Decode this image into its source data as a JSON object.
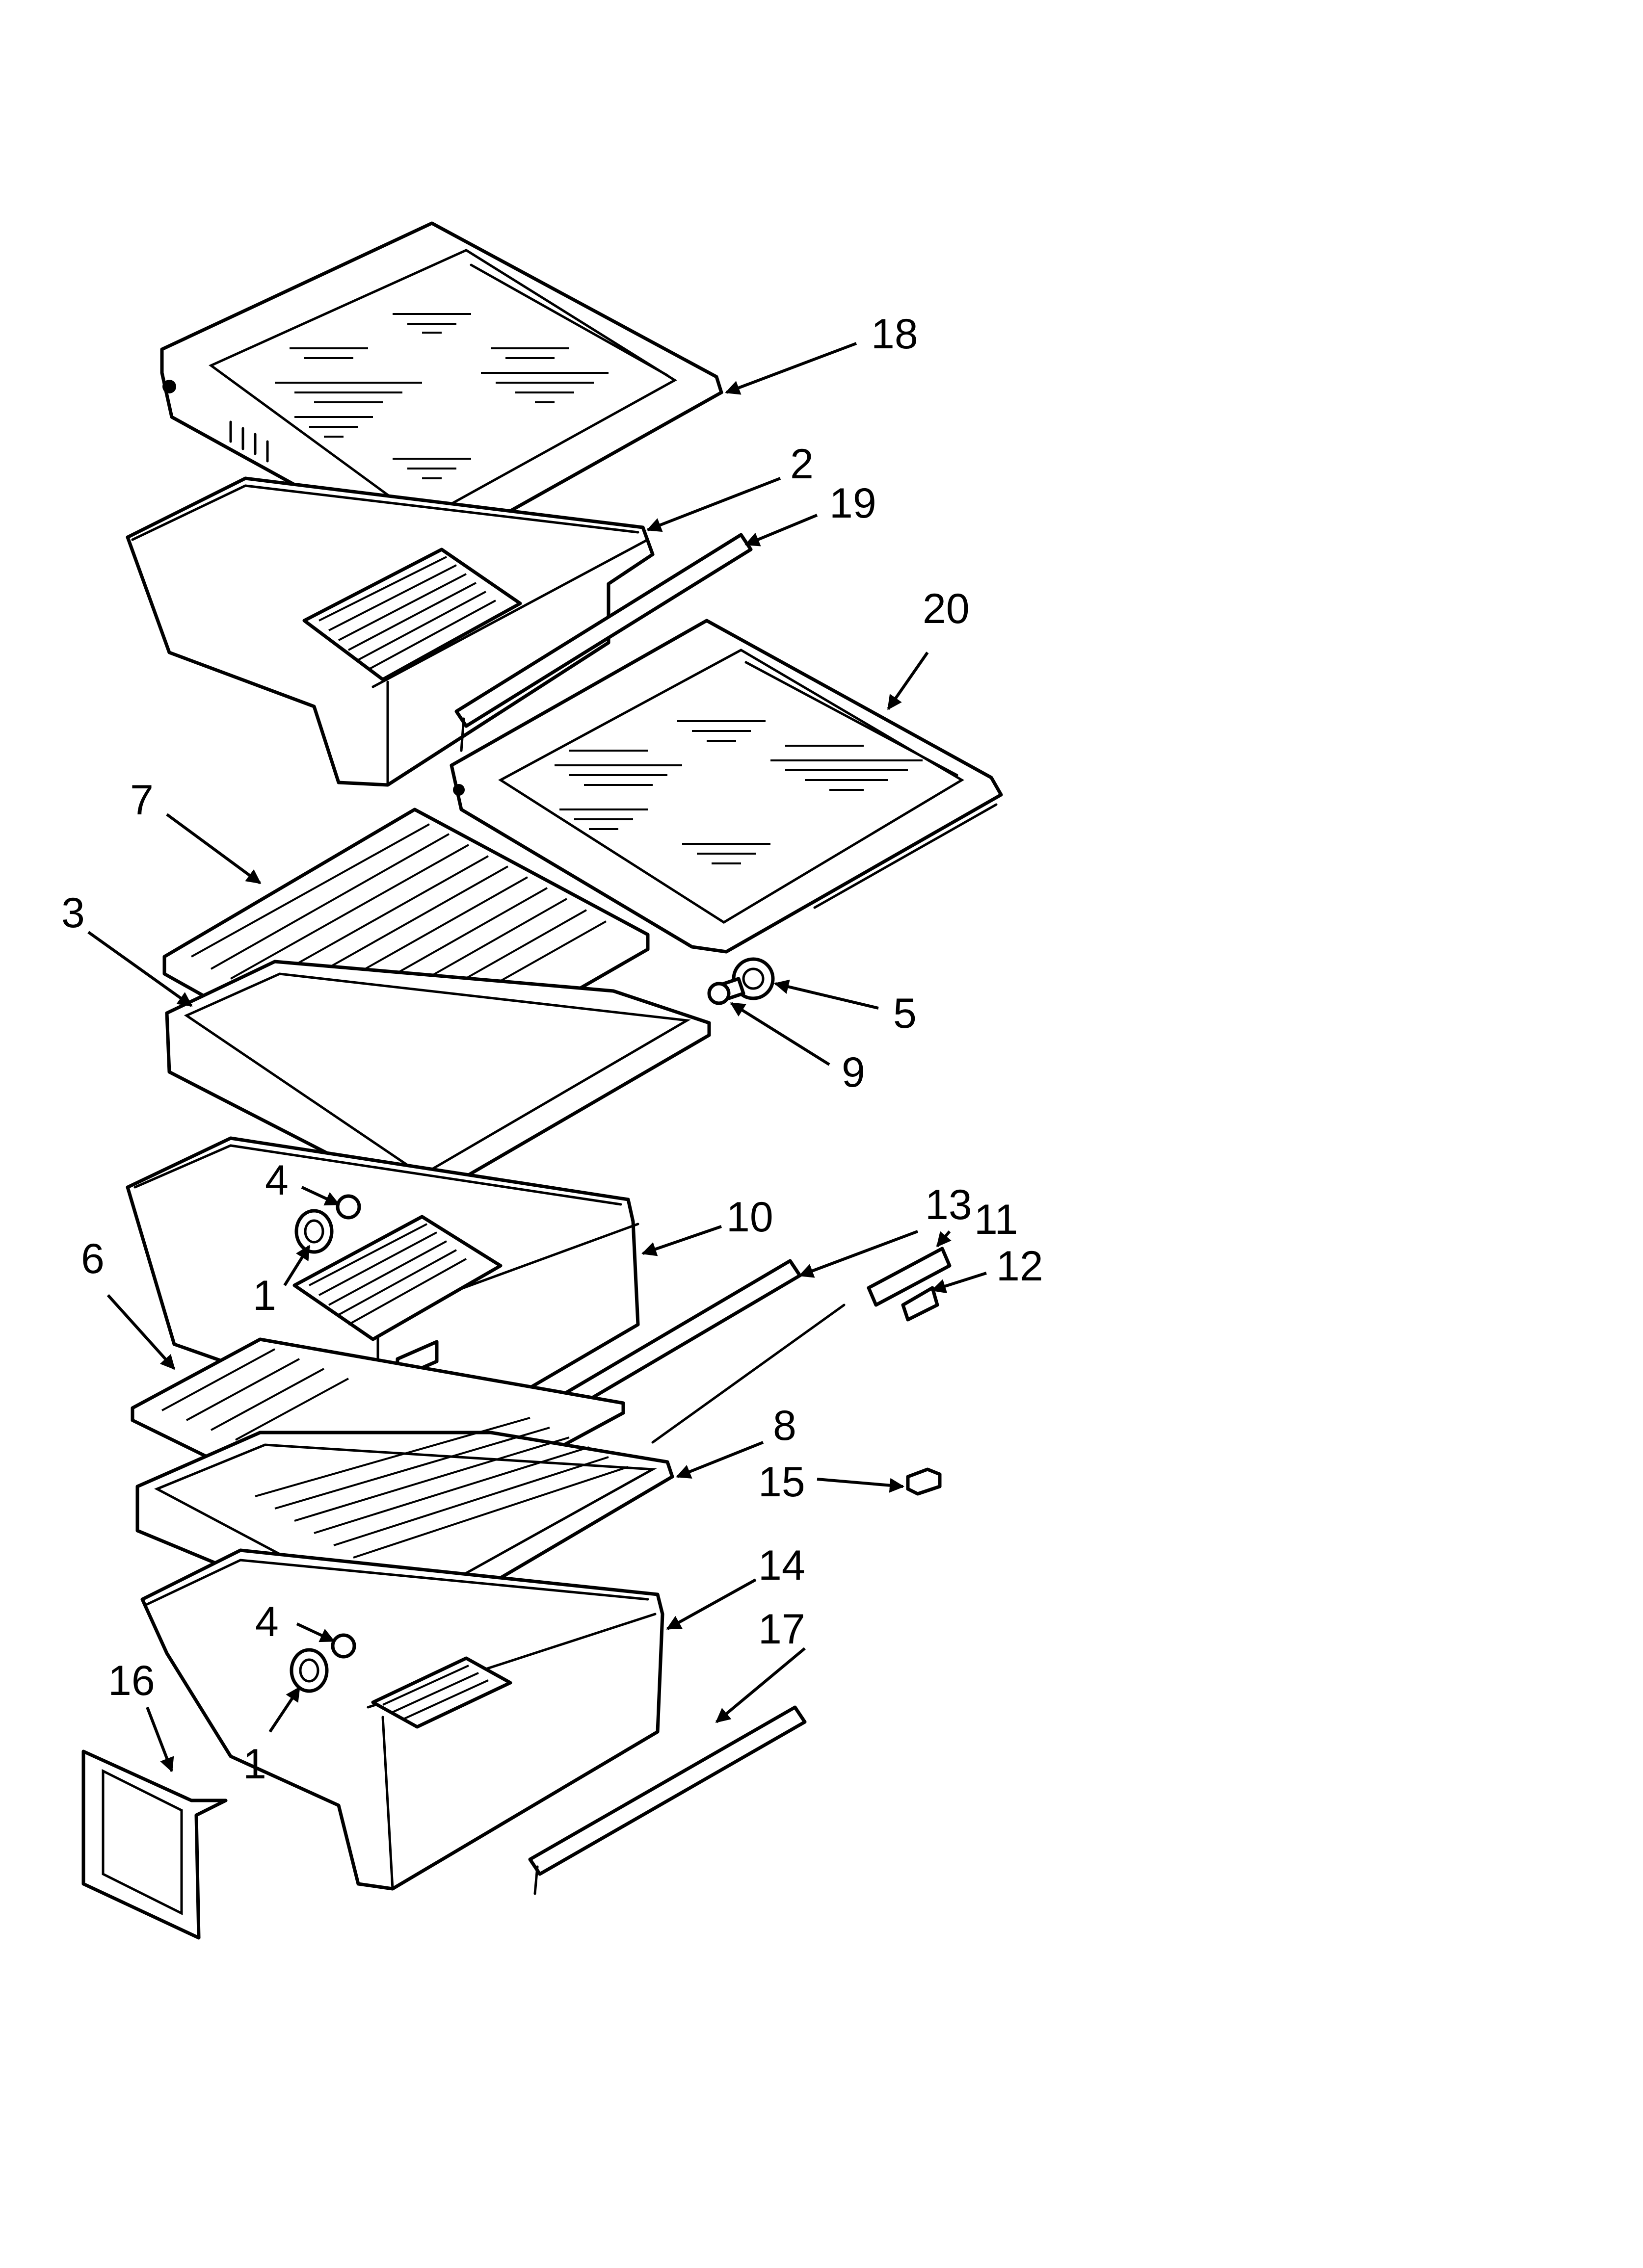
{
  "diagram": {
    "callouts": [
      {
        "id": "c18",
        "label": "18"
      },
      {
        "id": "c2",
        "label": "2"
      },
      {
        "id": "c19",
        "label": "19"
      },
      {
        "id": "c20",
        "label": "20"
      },
      {
        "id": "c7",
        "label": "7"
      },
      {
        "id": "c3",
        "label": "3"
      },
      {
        "id": "c5",
        "label": "5"
      },
      {
        "id": "c9",
        "label": "9"
      },
      {
        "id": "c4a",
        "label": "4"
      },
      {
        "id": "c1a",
        "label": "1"
      },
      {
        "id": "c10",
        "label": "10"
      },
      {
        "id": "c13",
        "label": "13"
      },
      {
        "id": "c11",
        "label": "11"
      },
      {
        "id": "c12",
        "label": "12"
      },
      {
        "id": "c6",
        "label": "6"
      },
      {
        "id": "c8",
        "label": "8"
      },
      {
        "id": "c15",
        "label": "15"
      },
      {
        "id": "c14",
        "label": "14"
      },
      {
        "id": "c4b",
        "label": "4"
      },
      {
        "id": "c17",
        "label": "17"
      },
      {
        "id": "c16",
        "label": "16"
      },
      {
        "id": "c1b",
        "label": "1"
      }
    ]
  }
}
